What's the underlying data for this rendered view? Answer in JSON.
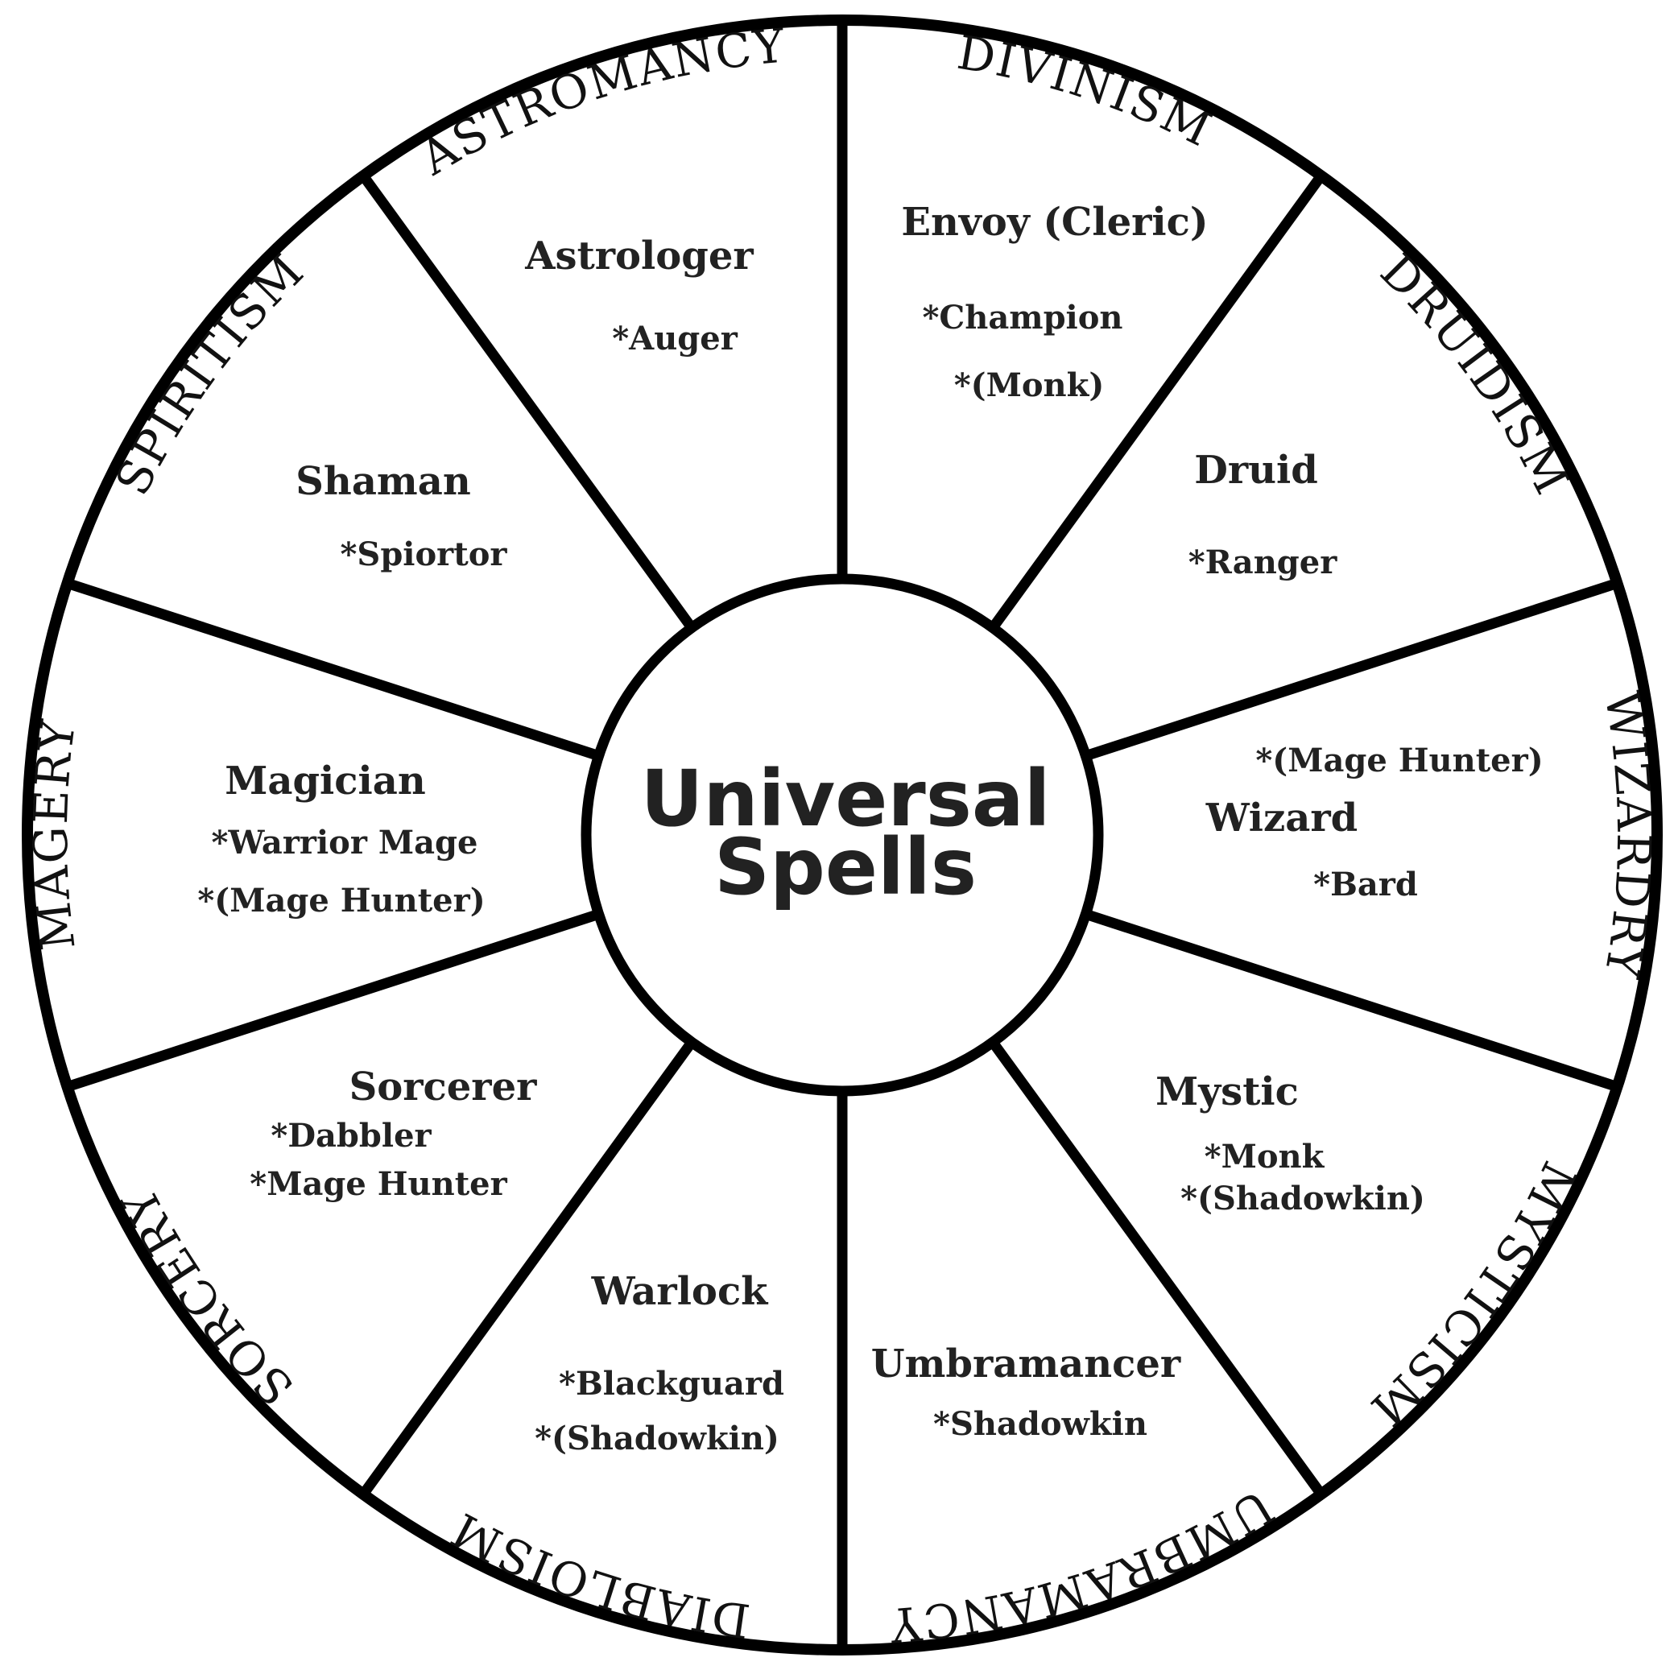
{
  "center": {
    "line1": "Universal",
    "line2": "Spells"
  },
  "schools": [
    "DIVINISM",
    "DRUIDISM",
    "WIZARDRY",
    "MYSTICISM",
    "UMBRAMANCY",
    "DIABLOISM",
    "SORCERY",
    "MAGERY",
    "SPIRITISM",
    "ASTROMANCY"
  ],
  "sectors": {
    "divinism": {
      "class": "Envoy (Cleric)",
      "sub1": "*Champion",
      "sub2": "*(Monk)"
    },
    "druidism": {
      "class": "Druid",
      "sub1": "*Ranger"
    },
    "wizardry": {
      "pre": "*(Mage Hunter)",
      "class": "Wizard",
      "sub1": "*Bard"
    },
    "mysticism": {
      "class": "Mystic",
      "sub1": "*Monk",
      "sub2": "*(Shadowkin)"
    },
    "umbramancy": {
      "class": "Umbramancer",
      "sub1": "*Shadowkin"
    },
    "diabloism": {
      "class": "Warlock",
      "sub1": "*Blackguard",
      "sub2": "*(Shadowkin)"
    },
    "sorcery": {
      "class": "Sorcerer",
      "sub1": "*Dabbler",
      "sub2": "*Mage Hunter"
    },
    "magery": {
      "class": "Magician",
      "sub1": "*Warrior Mage",
      "sub2": "*(Mage Hunter)"
    },
    "spiritism": {
      "class": "Shaman",
      "sub1": "*Spiortor"
    },
    "astromancy": {
      "class": "Astrologer",
      "sub1": "*Auger"
    }
  }
}
